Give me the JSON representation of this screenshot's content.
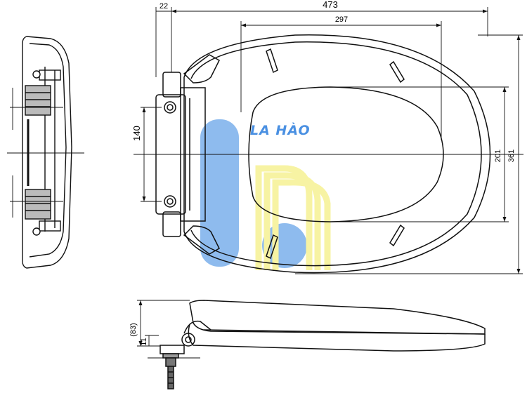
{
  "dimensions": {
    "overall_length": "473",
    "hinge_offset": "22",
    "opening_length": "297",
    "hinge_spacing": "140",
    "opening_width": "201",
    "overall_width": "361",
    "side_height": "(83)",
    "side_offset": "11"
  },
  "watermark": {
    "brand": "LA HÀO",
    "colors": {
      "blue": "#6fa8ea",
      "yellow": "#f6f08a"
    }
  },
  "colors": {
    "line": "#111111",
    "background": "#ffffff"
  }
}
